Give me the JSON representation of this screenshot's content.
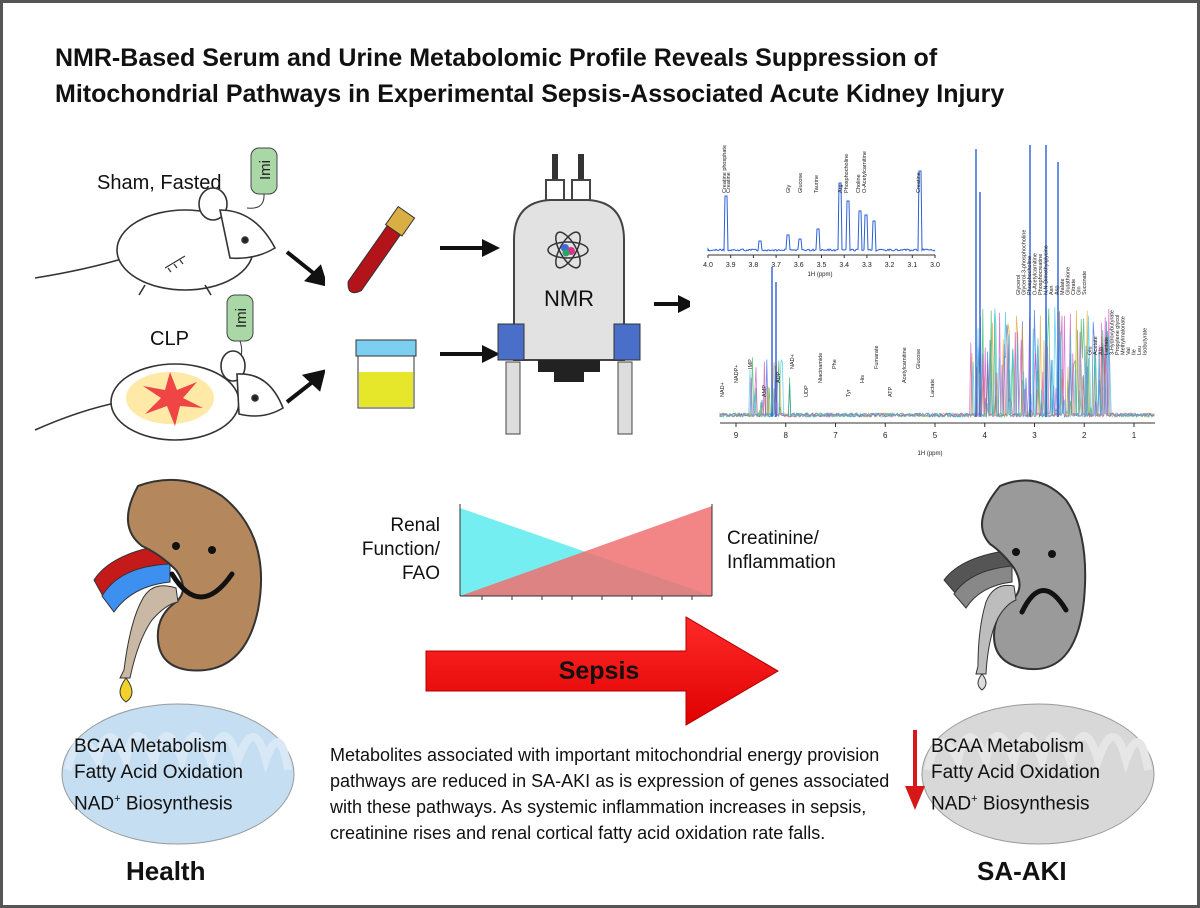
{
  "title": {
    "line1": "NMR-Based Serum and Urine Metabolomic Profile Reveals Suppression of",
    "line2": "Mitochondrial Pathways in Experimental Sepsis-Associated Acute Kidney Injury"
  },
  "mice": {
    "sham_label": "Sham, Fasted",
    "clp_label": "CLP",
    "drip_label": "Imi"
  },
  "nmr_label": "NMR",
  "spectra": {
    "serum_axis": [
      "4.0",
      "3.9",
      "3.8",
      "3.7",
      "3.6",
      "3.5",
      "3.4",
      "3.3",
      "3.2",
      "3.1",
      "3.0"
    ],
    "serum_axis_title": "1H (ppm)",
    "serum_peaks": [
      "Creatine phosphate",
      "Creatine",
      "Gly",
      "Glucose",
      "Taurine",
      "Arg",
      "Phosphocholine",
      "Choline",
      "O-Acetylcarnitine",
      "Creatine"
    ],
    "urine_axis": [
      "9",
      "8",
      "7",
      "6",
      "5",
      "4",
      "3",
      "2",
      "1"
    ],
    "urine_axis_title": "1H (ppm)",
    "urine_peaks_left": [
      "NAD+",
      "NADP+",
      "IMP",
      "AMP",
      "ADP",
      "NAD+",
      "UDP",
      "Niacinamide",
      "Phe",
      "Tyr",
      "His",
      "Fumarate",
      "ATP",
      "Acetylcarnitine",
      "Glucose",
      "Lactate"
    ],
    "urine_peaks_right": [
      "Glycerol",
      "Glycerol-3-phosphocholine",
      "Phosphocholine",
      "O-Acetylcarnitine",
      "Phosphocreatine",
      "N,N-Dimethylglycine",
      "Asn",
      "Asp",
      "Malate",
      "Glutathione",
      "Citrate",
      "Gln",
      "Succinate",
      "Glu",
      "Acetate",
      "Ala",
      "Lactate",
      "3-Hydroxybutyrate",
      "Propylene glycol",
      "Methylmalonate",
      "Val",
      "Ile",
      "Leu",
      "Isobutyrate"
    ]
  },
  "graph": {
    "left_label": "Renal\nFunction/\nFAO",
    "left_l1": "Renal",
    "left_l2": "Function/",
    "left_l3": "FAO",
    "right_l1": "Creatinine/",
    "right_l2": "Inflammation",
    "colors": {
      "rising": "#f07070",
      "falling": "#66ecf0"
    }
  },
  "arrow_label": "Sepsis",
  "mito": {
    "line1": "BCAA Metabolism",
    "line2": "Fatty Acid Oxidation",
    "line3_pre": "NAD",
    "line3_sup": "+",
    "line3_post": " Biosynthesis"
  },
  "summary": "Metabolites associated with important mitochondrial energy provision pathways are reduced in SA-AKI as is expression of genes associated with these pathways. As systemic inflammation increases in sepsis, creatinine rises and renal cortical fatty acid oxidation rate falls.",
  "captions": {
    "health": "Health",
    "saaki": "SA-AKI"
  },
  "colors": {
    "healthy_kidney": "#b5875c",
    "sick_kidney": "#9a9a9a",
    "arrow": "#ee0000",
    "mito_fill": "#c5def2",
    "nmr_port": "#4a6fc9"
  }
}
